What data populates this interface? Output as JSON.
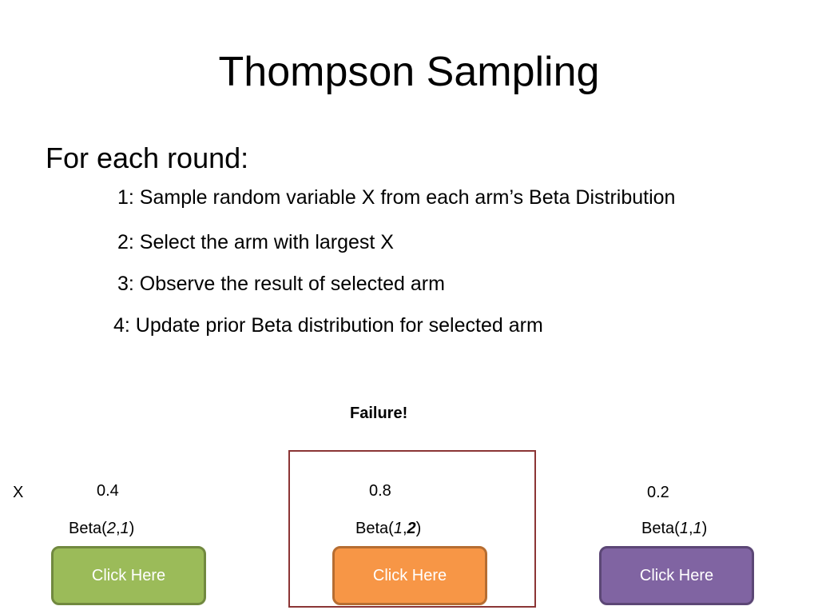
{
  "title": "Thompson Sampling",
  "intro": "For each round:",
  "steps": [
    "1: Sample random variable X from each arm’s Beta Distribution",
    "2: Select the arm with largest X",
    "3: Observe the result of selected arm",
    "4: Update prior Beta distribution for selected arm"
  ],
  "status": "Failure!",
  "x_label": "X",
  "selected_arm_index": 1,
  "arms": [
    {
      "sample": "0.4",
      "beta_prefix": "Beta(",
      "alpha": "2",
      "sep": ",",
      "beta": "1",
      "beta_suffix": ")",
      "button_label": "Click Here",
      "fill": "#9bbb59",
      "border": "#71893f"
    },
    {
      "sample": "0.8",
      "beta_prefix": "Beta(",
      "alpha": "1",
      "sep": ",",
      "beta": "2",
      "beta_suffix": ")",
      "updated_param": "beta",
      "button_label": "Click Here",
      "fill": "#f79646",
      "border": "#b66d31"
    },
    {
      "sample": "0.2",
      "beta_prefix": "Beta(",
      "alpha": "1",
      "sep": ",",
      "beta": "1",
      "beta_suffix": ")",
      "button_label": "Click Here",
      "fill": "#8064a2",
      "border": "#5c4776"
    }
  ]
}
